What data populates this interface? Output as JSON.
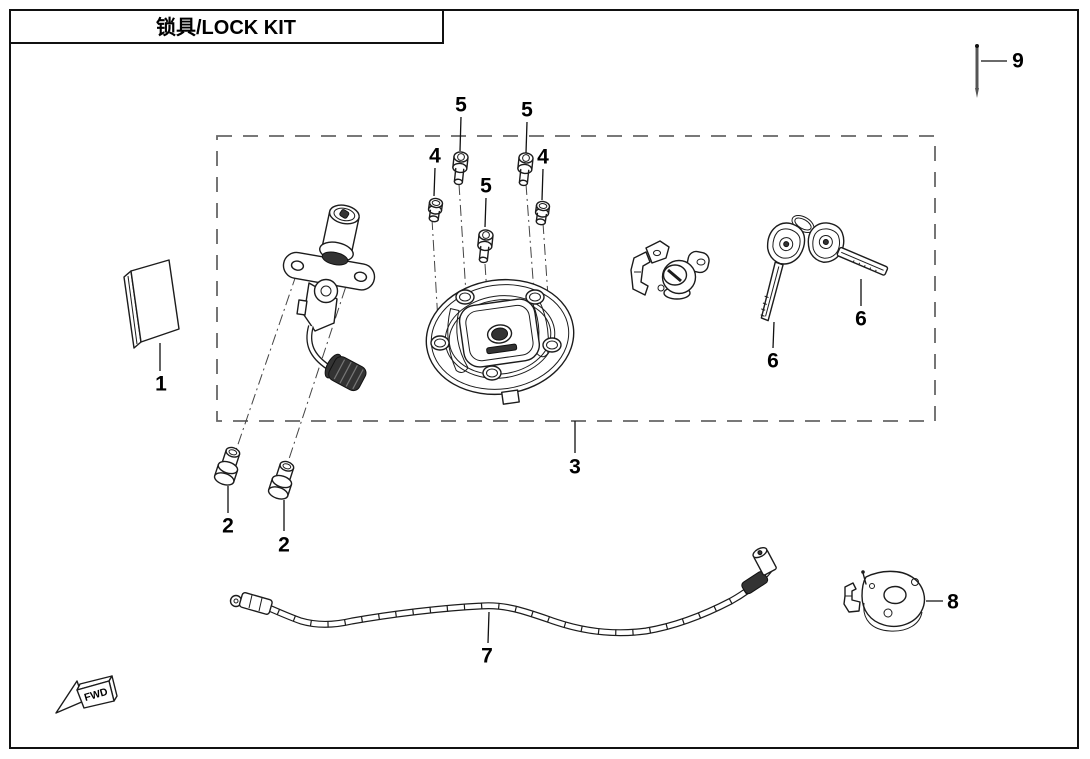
{
  "title_block": {
    "title": "锁具/LOCK KIT"
  },
  "fwd_marker": {
    "label": "FWD"
  },
  "callouts": {
    "manual": "1",
    "bolt_left": "2",
    "bolt_right": "2",
    "lock_set": "3",
    "screw_short_left": "4",
    "screw_short_right": "4",
    "screw_long_left": "5",
    "screw_long_mid": "5",
    "screw_long_right": "5",
    "key_left": "6",
    "key_right": "6",
    "cable": "7",
    "latch": "8",
    "pin": "9"
  }
}
